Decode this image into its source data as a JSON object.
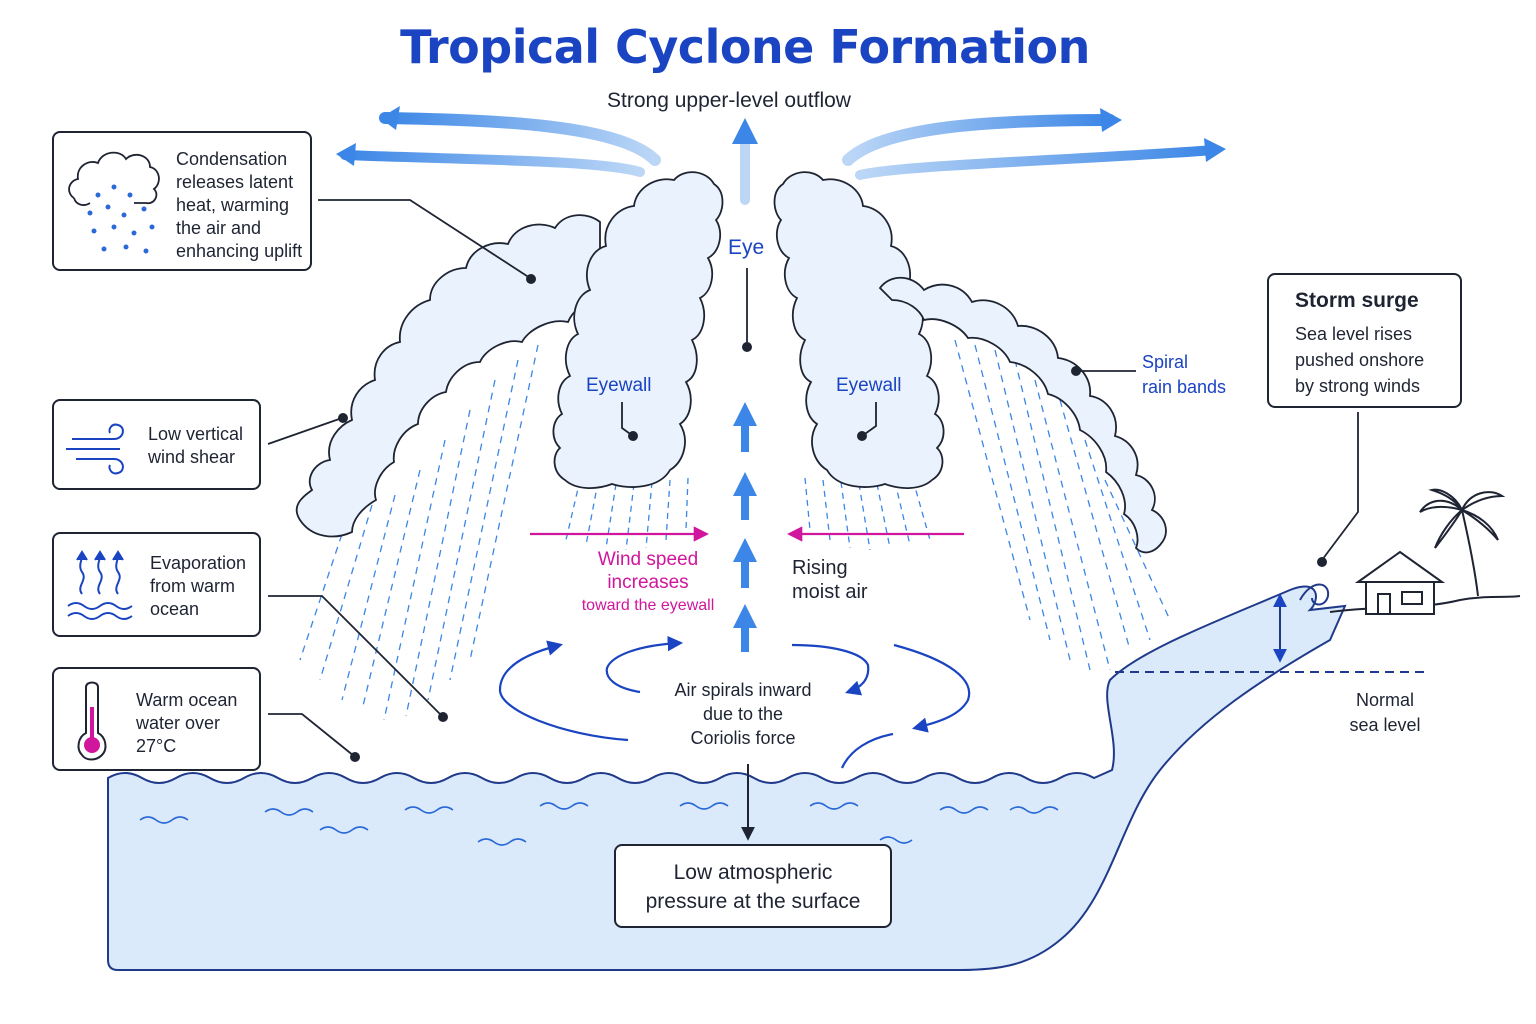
{
  "title": "Tropical Cyclone Formation",
  "outflow_label": "Strong upper-level outflow",
  "eye_label": "Eye",
  "eyewall_left_label": "Eyewall",
  "eyewall_right_label": "Eyewall",
  "spiral_bands_label": "Spiral\nrain bands",
  "rising_air_label": "Rising\nmoist air",
  "wind_speed_label": {
    "line1": "Wind speed",
    "line2": "increases",
    "line3": "toward the eyewall"
  },
  "coriolis_label": "Air spirals inward\ndue to the\nCoriolis force",
  "low_pressure_label": "Low atmospheric\npressure at the surface",
  "normal_sea_level_label": "Normal\nsea level",
  "storm_surge": {
    "title": "Storm surge",
    "text": "Sea level rises\npushed onshore\nby strong winds"
  },
  "info_boxes": [
    {
      "icon": "cloud-condensation-icon",
      "text": "Condensation\nreleases latent\nheat, warming\nthe air and\nenhancing uplift"
    },
    {
      "icon": "wind-icon",
      "text": "Low vertical\nwind shear"
    },
    {
      "icon": "evaporation-icon",
      "text": "Evaporation\nfrom warm\nocean"
    },
    {
      "icon": "thermometer-icon",
      "text": "Warm ocean\nwater over\n27°C"
    }
  ],
  "colors": {
    "title": "#1a44c2",
    "accent_blue": "#1a44c2",
    "magenta": "#d0169c",
    "water_fill": "#dbeafb",
    "cloud_fill": "#eaf3fd",
    "line": "#1f2433"
  }
}
